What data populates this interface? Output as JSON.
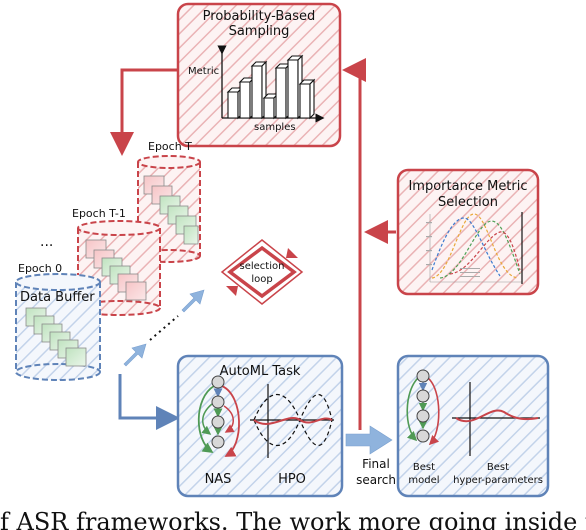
{
  "colors": {
    "red": "#c9444a",
    "blue": "#5f83b8",
    "light_blue": "#8fb3dd",
    "green": "#4f9a55"
  },
  "boxes": {
    "sampling": {
      "title_line1": "Probability-Based",
      "title_line2": "Sampling",
      "ylabel": "Metric",
      "xlabel": "samples"
    },
    "importance": {
      "title_line1": "Importance Metric",
      "title_line2": "Selection"
    },
    "automl": {
      "title": "AutoML Task",
      "nas_label": "NAS",
      "hpo_label": "HPO"
    },
    "result": {
      "best_model_line1": "Best",
      "best_model_line2": "model",
      "best_hp_line1": "Best",
      "best_hp_line2": "hyper-parameters"
    }
  },
  "buffers": {
    "epoch_t": "Epoch T",
    "epoch_t1": "Epoch T-1",
    "epoch_0": "Epoch 0",
    "data_buffer": "Data Buffer",
    "dots": "..."
  },
  "loop": {
    "line1": "selection",
    "line2": "loop"
  },
  "final": {
    "line1": "Final",
    "line2": "search"
  },
  "caption_fragment": "f ASR frameworks. The work more going inside the F"
}
